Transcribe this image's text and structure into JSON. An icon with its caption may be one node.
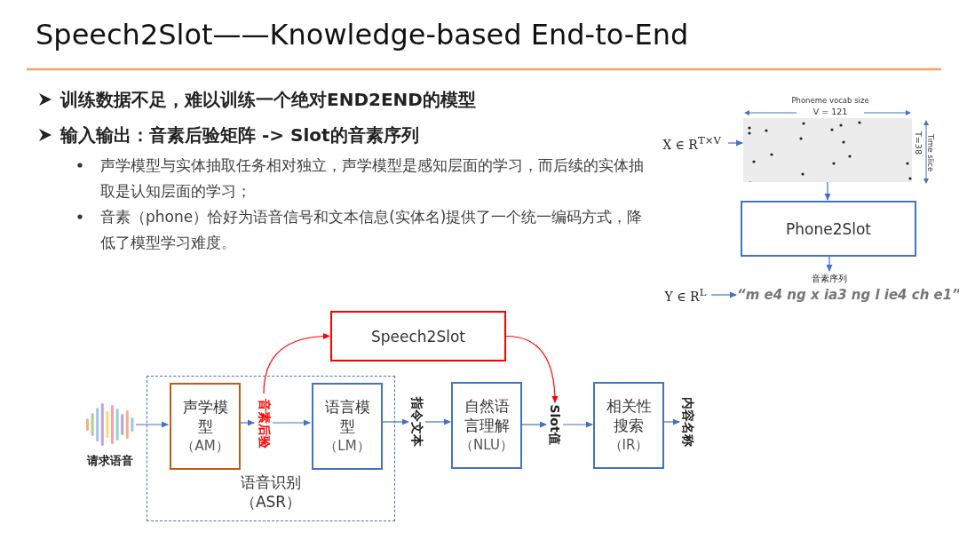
{
  "diagram": {
    "title": "Speech2Slot——Knowledge-based End-to-End",
    "nodes": [
      {
        "text": [
          "语音识别（ASR）"
        ]
      },
      {
        "text": [],
        "shape": "picture",
        "beside": [
          "请求语音"
        ]
      },
      {
        "text": [
          "声学模型",
          "（AM）"
        ],
        "in": 0
      },
      {
        "text": [
          "音素后验"
        ],
        "in": 0
      },
      {
        "text": [
          "语言模型",
          "（LM）"
        ],
        "in": 0
      },
      {
        "text": [
          "指令文本"
        ]
      },
      {
        "text": [
          "自然语言理解",
          "（NLU）"
        ]
      },
      {
        "text": [
          "Slot值"
        ]
      },
      {
        "text": [
          "相关性搜索",
          "（IR）"
        ]
      },
      {
        "text": [
          "内容名称"
        ]
      },
      {
        "text": [
          "Speech2Slot"
        ]
      },
      {
        "text": [],
        "shape": "picture",
        "beside": [
          "Phoneme vocab size",
          "V = 121",
          "Time slice",
          "T=38"
        ]
      },
      {
        "text": [
          "X ∈ R$^{T×V}$"
        ]
      },
      {
        "text": [
          "Phone2Slot"
        ]
      },
      {
        "text": [
          "音素序列"
        ]
      },
      {
        "text": [
          "Y ∈ R$^{L}$"
        ]
      },
      {
        "text": [
          "“m e4 ng x ia3 ng l ie4 ch e1”"
        ]
      }
    ],
    "edges": [
      {
        "from": 1,
        "to": 2,
        "arrow": "to"
      },
      {
        "from": 2,
        "to": 3,
        "arrow": "to"
      },
      {
        "from": 3,
        "to": 4,
        "arrow": "to"
      },
      {
        "from": 4,
        "to": 5,
        "arrow": "to"
      },
      {
        "from": 5,
        "to": 6,
        "arrow": "to"
      },
      {
        "from": 6,
        "to": 7,
        "arrow": "to"
      },
      {
        "from": 7,
        "to": 8,
        "arrow": "to"
      },
      {
        "from": 8,
        "to": 9,
        "arrow": "to"
      },
      {
        "from": 3,
        "to": 10,
        "arrow": "to",
        "color": "#ff0000"
      },
      {
        "from": 10,
        "to": 7,
        "arrow": "to",
        "color": "#ff0000"
      },
      {
        "from": 12,
        "to": 11,
        "arrow": "to"
      },
      {
        "from": 11,
        "to": 13,
        "arrow": "to"
      },
      {
        "from": 13,
        "to": 14,
        "arrow": "to"
      },
      {
        "from": 15,
        "to": 16,
        "arrow": "to"
      }
    ],
    "labels": [
      "训练数据不足，难以训练一个绝对END2END的模型",
      "输入输出：音素后验矩阵 -> Slot的音素序列",
      "声学模型与实体抽取任务相对独立，声学模型是感知层面的学习，而后续的实体抽取是认知层面的学习；",
      "音素（phone）恰好为语音信号和文本信息(实体名)提供了一个统一编码方式，降低了模型学习难度。"
    ]
  }
}
